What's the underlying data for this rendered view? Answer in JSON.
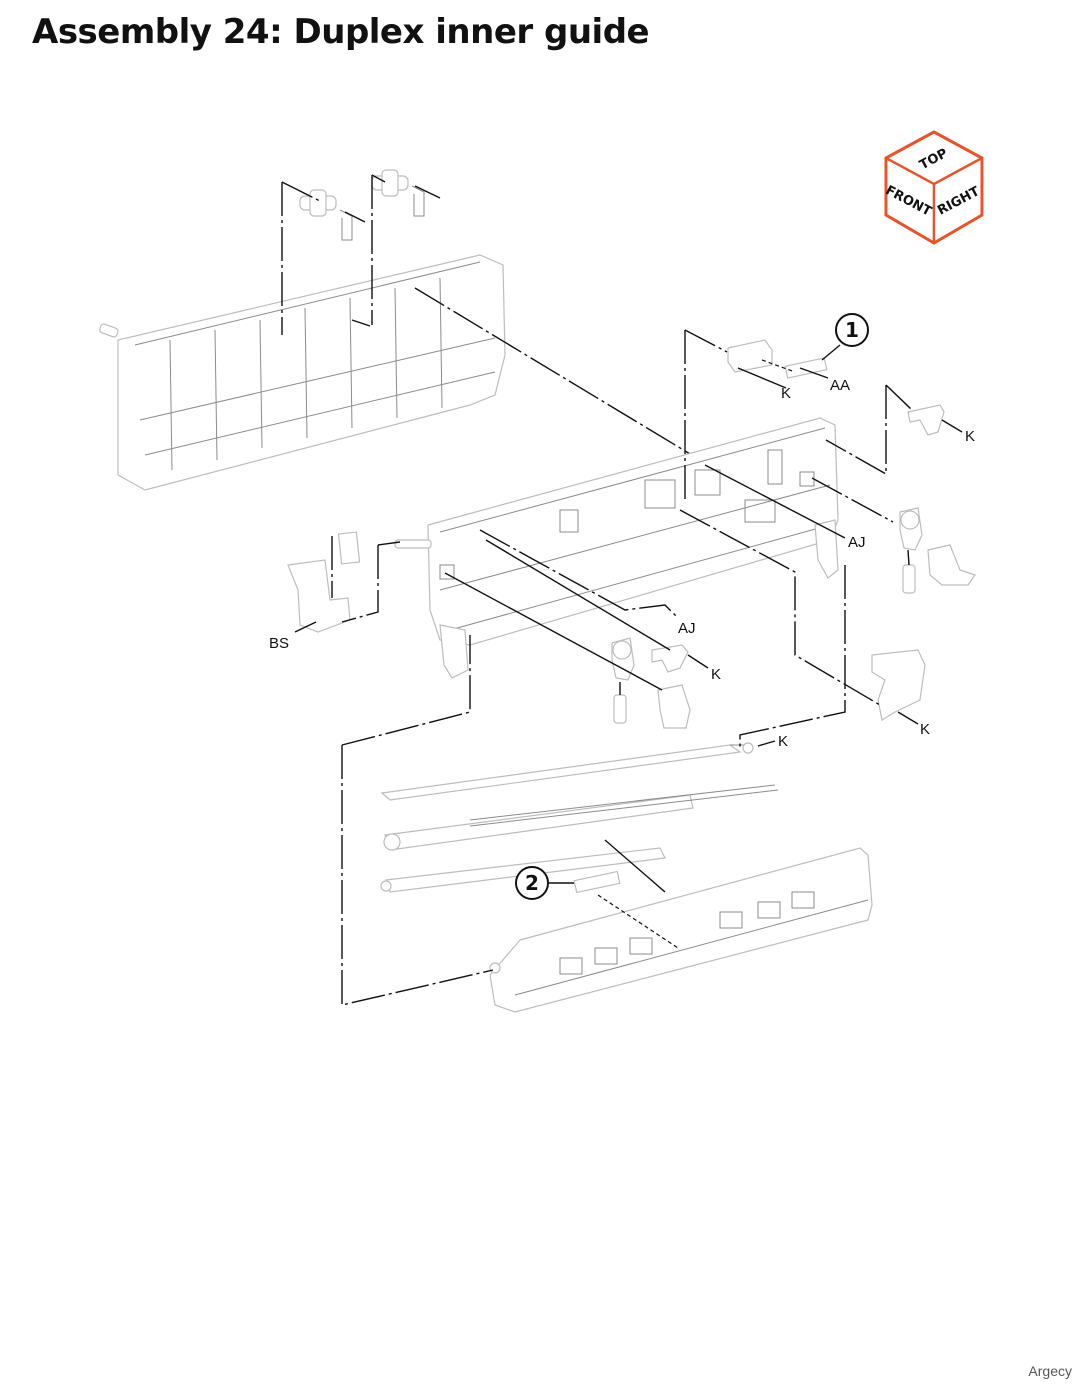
{
  "page": {
    "title": "Assembly 24: Duplex inner guide",
    "footer": "Argecy"
  },
  "orientation_cube": {
    "top": "TOP",
    "front": "FRONT",
    "right": "RIGHT",
    "accent_color": "#e8532b"
  },
  "callouts": [
    {
      "number": "1"
    },
    {
      "number": "2"
    }
  ],
  "labels": {
    "k_top_bracket": "K",
    "aa": "AA",
    "k_right_clip": "K",
    "aj_right": "AJ",
    "aj_center": "AJ",
    "bs": "BS",
    "k_center": "K",
    "k_lower_right": "K",
    "k_rod": "K"
  }
}
